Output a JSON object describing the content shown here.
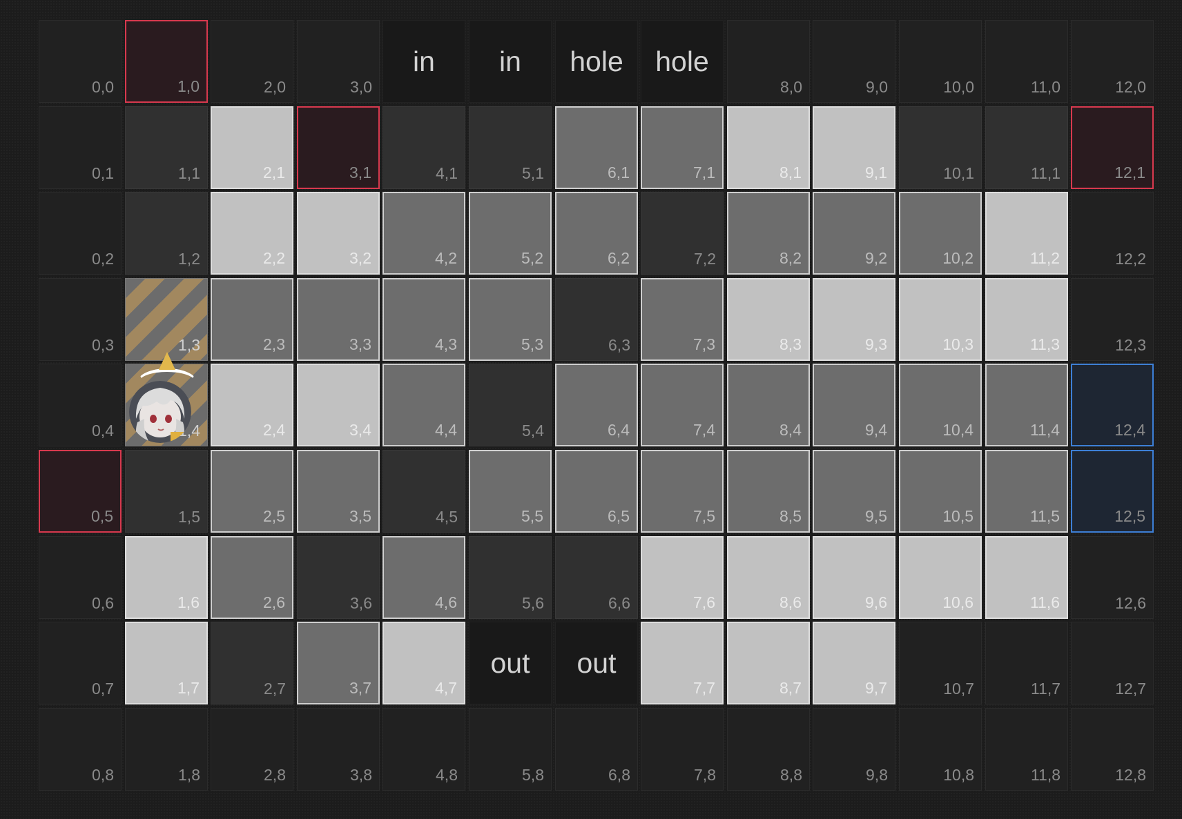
{
  "grid": {
    "columns": 13,
    "rows": 9,
    "rows_types": [
      [
        "empty",
        "enemy",
        "empty",
        "empty",
        "void",
        "void",
        "void",
        "void",
        "empty",
        "empty",
        "empty",
        "empty",
        "empty"
      ],
      [
        "empty",
        "high",
        "light",
        "enemy",
        "high",
        "high",
        "mid",
        "mid",
        "light",
        "light",
        "high",
        "high",
        "enemy"
      ],
      [
        "empty",
        "high",
        "light",
        "light",
        "mid",
        "mid",
        "mid",
        "high",
        "mid",
        "mid",
        "mid",
        "light",
        "empty"
      ],
      [
        "empty",
        "stripe",
        "mid",
        "mid",
        "mid",
        "mid",
        "high",
        "mid",
        "light",
        "light",
        "light",
        "light",
        "empty"
      ],
      [
        "empty",
        "stripe",
        "light",
        "light",
        "mid",
        "high",
        "mid",
        "mid",
        "mid",
        "mid",
        "mid",
        "mid",
        "blue"
      ],
      [
        "enemy",
        "high",
        "mid",
        "mid",
        "high",
        "mid",
        "mid",
        "mid",
        "mid",
        "mid",
        "mid",
        "mid",
        "blue"
      ],
      [
        "empty",
        "light",
        "mid",
        "high",
        "mid",
        "high",
        "high",
        "light",
        "light",
        "light",
        "light",
        "light",
        "empty"
      ],
      [
        "empty",
        "light",
        "high",
        "mid",
        "light",
        "void",
        "void",
        "light",
        "light",
        "light",
        "empty",
        "empty",
        "empty"
      ],
      [
        "empty",
        "empty",
        "empty",
        "empty",
        "empty",
        "empty",
        "empty",
        "empty",
        "empty",
        "empty",
        "empty",
        "empty",
        "empty"
      ]
    ],
    "labels": [
      {
        "col": 4,
        "row": 0,
        "text": "in"
      },
      {
        "col": 5,
        "row": 0,
        "text": "in"
      },
      {
        "col": 6,
        "row": 0,
        "text": "hole"
      },
      {
        "col": 7,
        "row": 0,
        "text": "hole"
      },
      {
        "col": 5,
        "row": 7,
        "text": "out"
      },
      {
        "col": 6,
        "row": 7,
        "text": "out"
      }
    ]
  },
  "operator": {
    "col": 1,
    "row": 4,
    "facing": "up",
    "portrait": "white-haired-operator-avatar"
  },
  "colors": {
    "enemy_border": "#d8394e",
    "blue_border": "#3d7fd6",
    "direction_arrow": "#e2b84c",
    "stripe_accent": "#a2885f"
  }
}
